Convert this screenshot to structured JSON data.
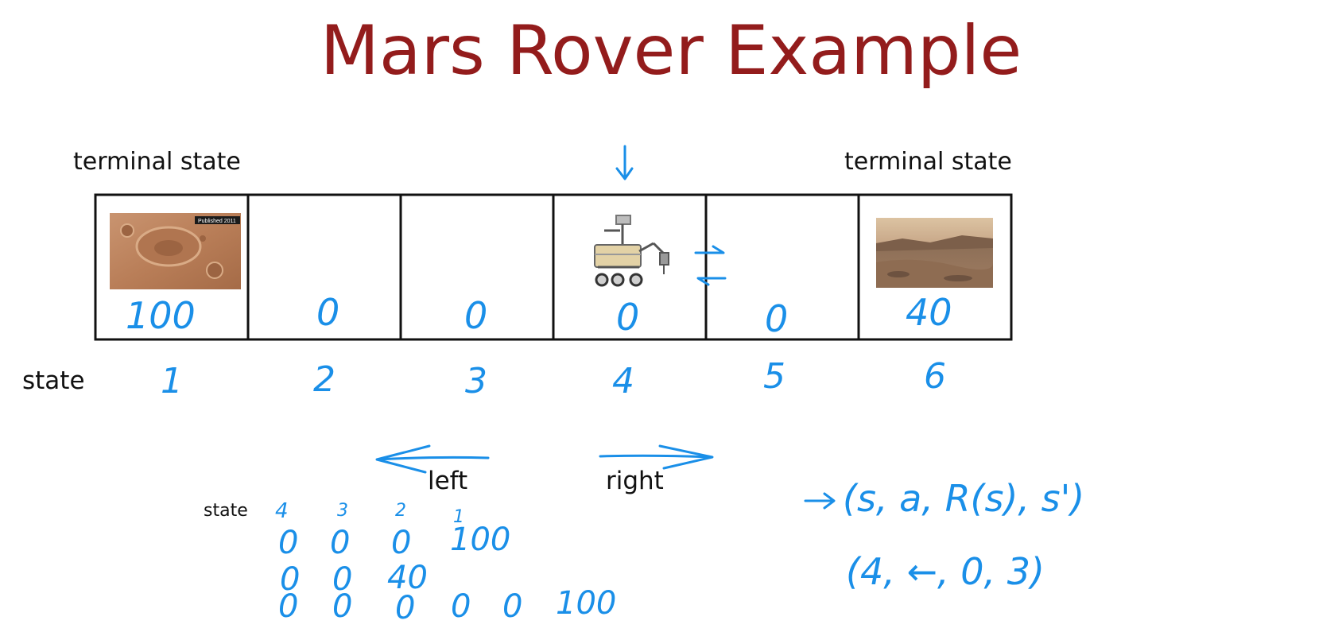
{
  "title": "Mars Rover Example",
  "terminal_label_left": "terminal state",
  "terminal_label_right": "terminal state",
  "row_label": "state",
  "states": [
    "1",
    "2",
    "3",
    "4",
    "5",
    "6"
  ],
  "rewards": [
    "100",
    "0",
    "0",
    "0",
    "0",
    "40"
  ],
  "image_badge": "Published 2011",
  "actions": {
    "left": "left",
    "right": "right"
  },
  "examples": {
    "label": "state",
    "header": [
      "4",
      "3",
      "2",
      "1"
    ],
    "rows": [
      [
        "0",
        "0",
        "0",
        "100"
      ],
      [
        "0",
        "0",
        "40"
      ],
      [
        "0",
        "0",
        "0",
        "0",
        "0",
        "100"
      ]
    ]
  },
  "tuple_generic": "(s, a, R(s), s')",
  "tuple_example": "(4, ←, 0, 3)",
  "colors": {
    "title": "#931c1c",
    "ink": "#1a8fe8",
    "line": "#111111"
  }
}
